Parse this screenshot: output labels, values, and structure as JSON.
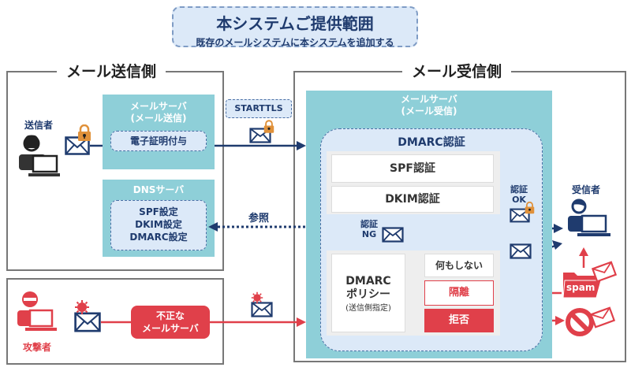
{
  "header": {
    "title": "本システムご提供範囲",
    "subtitle": "既存のメールシステムに本システムを追加する"
  },
  "sender_side": {
    "label": "メール送信側",
    "sender_label": "送信者",
    "mail_server_title_1": "メールサーバ",
    "mail_server_title_2": "(メール送信)",
    "signature_label": "電子証明付与",
    "dns_server_title": "DNSサーバ",
    "dns_settings": [
      "SPF設定",
      "DKIM設定",
      "DMARC設定"
    ]
  },
  "transport": {
    "starttls_label": "STARTTLS",
    "reference_label": "参照"
  },
  "receiver_side": {
    "label": "メール受信側",
    "mail_server_title_1": "メールサーバ",
    "mail_server_title_2": "(メール受信)",
    "dmarc_auth_title": "DMARC認証",
    "spf_auth": "SPF認証",
    "dkim_auth": "DKIM認証",
    "auth_ok_1": "認証",
    "auth_ok_2": "OK",
    "auth_ng_1": "認証",
    "auth_ng_2": "NG",
    "recipient_label": "受信者",
    "policy_title_1": "DMARC",
    "policy_title_2": "ポリシー",
    "policy_title_3": "(送信側指定)",
    "policy_actions": [
      "何もしない",
      "隔離",
      "拒否"
    ],
    "spam_label": "spam"
  },
  "attacker": {
    "attacker_label": "攻撃者",
    "rogue_server_1": "不正な",
    "rogue_server_2": "メールサーバ"
  },
  "colors": {
    "navy": "#1f3b6e",
    "teal": "#8ecfd8",
    "light_blue": "#dce9f8",
    "red": "#e0404a",
    "lock": "#e0913a"
  }
}
